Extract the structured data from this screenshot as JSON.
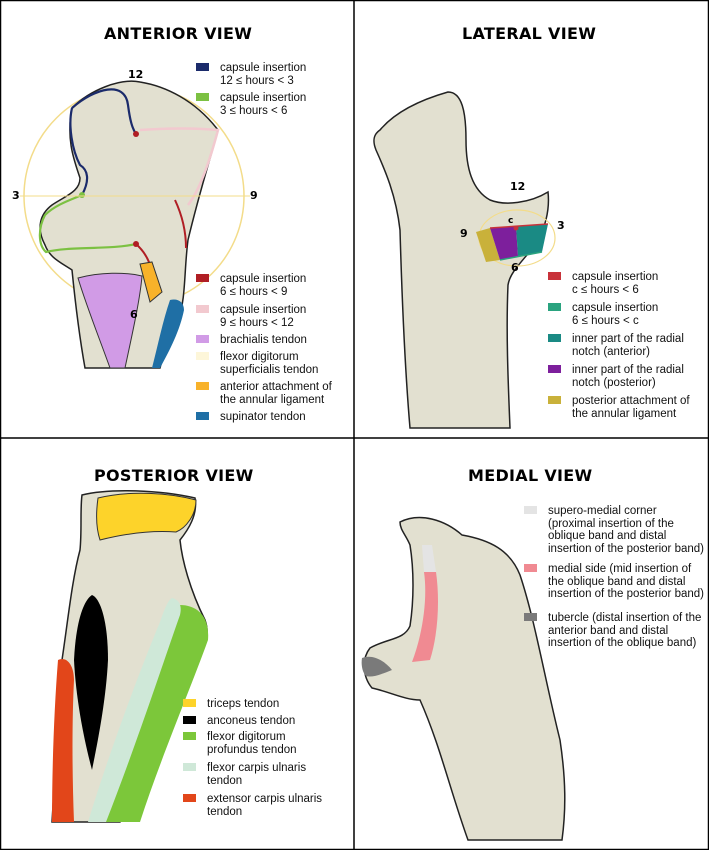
{
  "panels": {
    "anterior": {
      "title": "ANTERIOR VIEW",
      "clock": {
        "top": "12",
        "left": "3",
        "right": "9",
        "bottom": "6"
      },
      "legend_top": [
        {
          "label": "capsule insertion\n12 ≤ hours < 3",
          "color": "#1b2b6b"
        },
        {
          "label": "capsule insertion\n3 ≤ hours < 6",
          "color": "#7cc142"
        }
      ],
      "legend_bottom": [
        {
          "label": "capsule insertion\n6 ≤ hours < 9",
          "color": "#b01e24"
        },
        {
          "label": "capsule insertion\n9 ≤ hours < 12",
          "color": "#f2c9cf"
        },
        {
          "label": "brachialis tendon",
          "color": "#d19be6"
        },
        {
          "label": "flexor digitorum\nsuperficialis tendon",
          "color": "#fdf6d9"
        },
        {
          "label": "anterior attachment of\nthe annular ligament",
          "color": "#f8b22a"
        },
        {
          "label": "supinator tendon",
          "color": "#1f6fa5"
        }
      ]
    },
    "lateral": {
      "title": "LATERAL VIEW",
      "clock": {
        "top": "12",
        "left": "9",
        "right": "3",
        "bottom": "6",
        "center": "c"
      },
      "legend": [
        {
          "label": "capsule insertion\nc ≤ hours < 6",
          "color": "#c8323a"
        },
        {
          "label": "capsule insertion\n6 ≤ hours < c",
          "color": "#2aa37f"
        },
        {
          "label": "inner part of the radial\nnotch (anterior)",
          "color": "#1a8a84"
        },
        {
          "label": "inner part of the radial\nnotch (posterior)",
          "color": "#7d1f9c"
        },
        {
          "label": "posterior attachment of\nthe annular ligament",
          "color": "#c9b13a"
        }
      ]
    },
    "posterior": {
      "title": "POSTERIOR VIEW",
      "legend": [
        {
          "label": "triceps tendon",
          "color": "#fdd32a"
        },
        {
          "label": "anconeus tendon",
          "color": "#000000"
        },
        {
          "label": "flexor digitorum\nprofundus tendon",
          "color": "#7cc73a"
        },
        {
          "label": "flexor carpis ulnaris\ntendon",
          "color": "#cfe8d8"
        },
        {
          "label": "extensor carpis ulnaris\ntendon",
          "color": "#e2461a"
        }
      ]
    },
    "medial": {
      "title": "MEDIAL VIEW",
      "legend": [
        {
          "label": "supero-medial corner\n(proximal insertion of the\noblique band and distal\ninsertion of the posterior band)",
          "color": "#e4e4e4"
        },
        {
          "label": "medial side (mid insertion of\nthe oblique band and distal\ninsertion of the posterior band)",
          "color": "#f08a92"
        },
        {
          "label": "tubercle (distal insertion of the\nanterior band and distal\ninsertion of the oblique band)",
          "color": "#7a7a7a"
        }
      ]
    }
  },
  "colors": {
    "bone": "#e2e0d0",
    "outline": "#222222",
    "clock_circle": "#f3dc8a",
    "border": "#000000"
  }
}
